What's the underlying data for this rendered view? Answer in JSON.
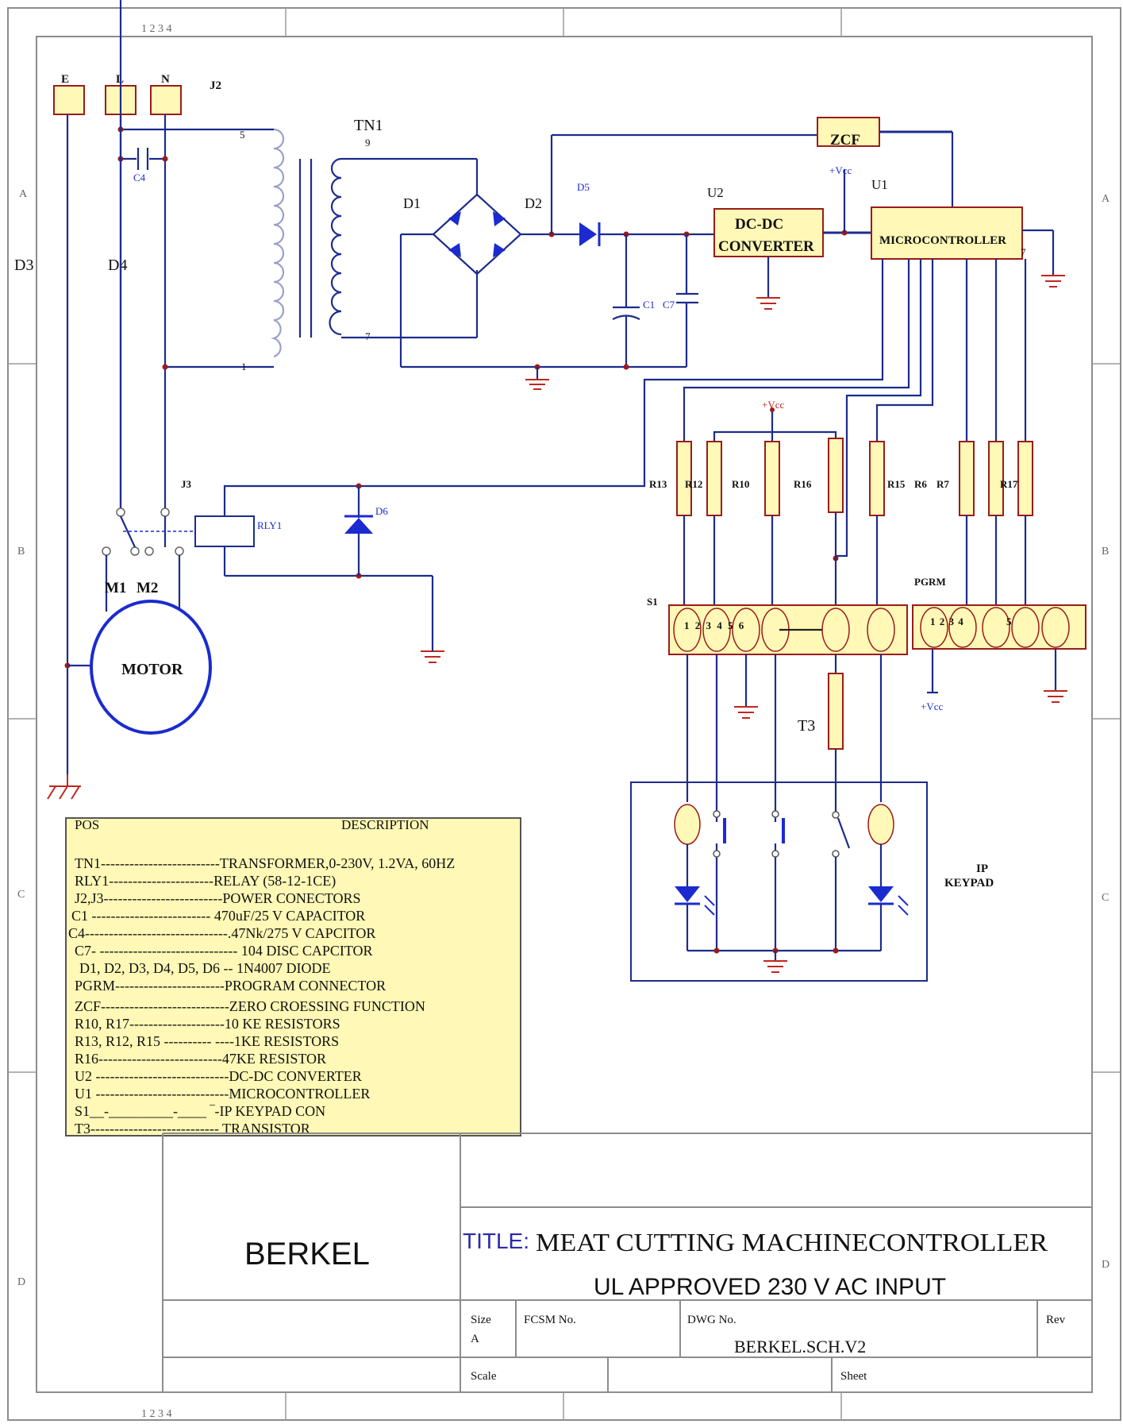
{
  "zones": {
    "top_numbers": "1 2 3 4",
    "bottom_numbers": "1 2 3 4",
    "left": [
      "A",
      "B",
      "C",
      "D"
    ],
    "right": [
      "A",
      "B",
      "C",
      "D"
    ]
  },
  "connector_j2": {
    "label": "J2",
    "pins": [
      "E",
      "L",
      "N"
    ]
  },
  "labels": {
    "tn1": "TN1",
    "tn1_pin9": "9",
    "tn1_pin7": "7",
    "tn1_pin5": "5",
    "tn1_pin1": "1",
    "c4": "C4",
    "d1": "D1",
    "d2": "D2",
    "d3": "D3",
    "d4": "D4",
    "d5": "D5",
    "d6": "D6",
    "c1": "C1",
    "c7": "C7",
    "u1": "U1",
    "u2": "U2",
    "vcc1": "+Vcc",
    "vcc2": "+Vcc",
    "vcc3": "+Vcc",
    "j3": "J3",
    "rly1": "RLY1",
    "m1": "M1",
    "m2": "M2",
    "motor": "MOTOR",
    "t3": "T3",
    "s1": "S1",
    "s1_pins": "1 2 3 4 5 6",
    "pgrm": "PGRM",
    "pgrm_pins": "1 2 3 4",
    "pgrm_pin5": "5",
    "ip_keypad_line1": "IP",
    "ip_keypad_line2": "KEYPAD",
    "pin7_u1": "7"
  },
  "blocks": {
    "zcf": "ZCF",
    "dcdc_line1": "DC-DC",
    "dcdc_line2": "CONVERTER",
    "mcu": "MICROCONTROLLER"
  },
  "resistors": [
    "R13",
    "R12",
    "R10",
    "R16",
    "R15",
    "R6",
    "R7",
    "R17"
  ],
  "legend": {
    "header_pos": "POS",
    "header_desc": "DESCRIPTION",
    "rows": [
      "TN1-------------------------TRANSFORMER,0-230V, 1.2VA, 60HZ",
      "RLY1----------------------RELAY (58-12-1CE)",
      "J2,J3-------------------------POWER CONECTORS",
      "C1 ------------------------- 470uF/25 V CAPACITOR",
      "C4------------------------------.47Nk/275 V CAPCITOR",
      "C7- ----------------------------- 104 DISC CAPCITOR",
      "D1, D2, D3, D4, D5, D6 -- 1N4007 DIODE",
      "PGRM-----------------------PROGRAM CONNECTOR",
      "ZCF---------------------------ZERO CROESSING FUNCTION",
      "R10, R17--------------------10 KE RESISTORS",
      "R13, R12, R15 ---------- ----1KE RESISTORS",
      "R16--------------------------47KE RESISTOR",
      "U2 ----------------------------DC-DC CONVERTER",
      "U1 ----------------------------MICROCONTROLLER",
      "S1__-_________-____ ‾-IP KEYPAD CON",
      "T3--------------------------- TRANSISTOR"
    ]
  },
  "title_block": {
    "company": "BERKEL",
    "title_prefix": "TITLE:",
    "title": "MEAT CUTTING MACHINECONTROLLER",
    "subtitle": "UL APPROVED 230 V AC INPUT",
    "size_label": "Size",
    "size_value": "A",
    "fcsm_label": "FCSM No.",
    "dwg_label": "DWG No.",
    "dwg_value": "BERKEL.SCH.V2",
    "rev_label": "Rev",
    "scale_label": "Scale",
    "sheet_label": "Sheet"
  },
  "colors": {
    "wire": "#1c2c8c",
    "component_fill": "#fff8b6",
    "component_border": "#9b1b1b",
    "ground": "#c0261e",
    "diode": "#1b2bd0"
  }
}
